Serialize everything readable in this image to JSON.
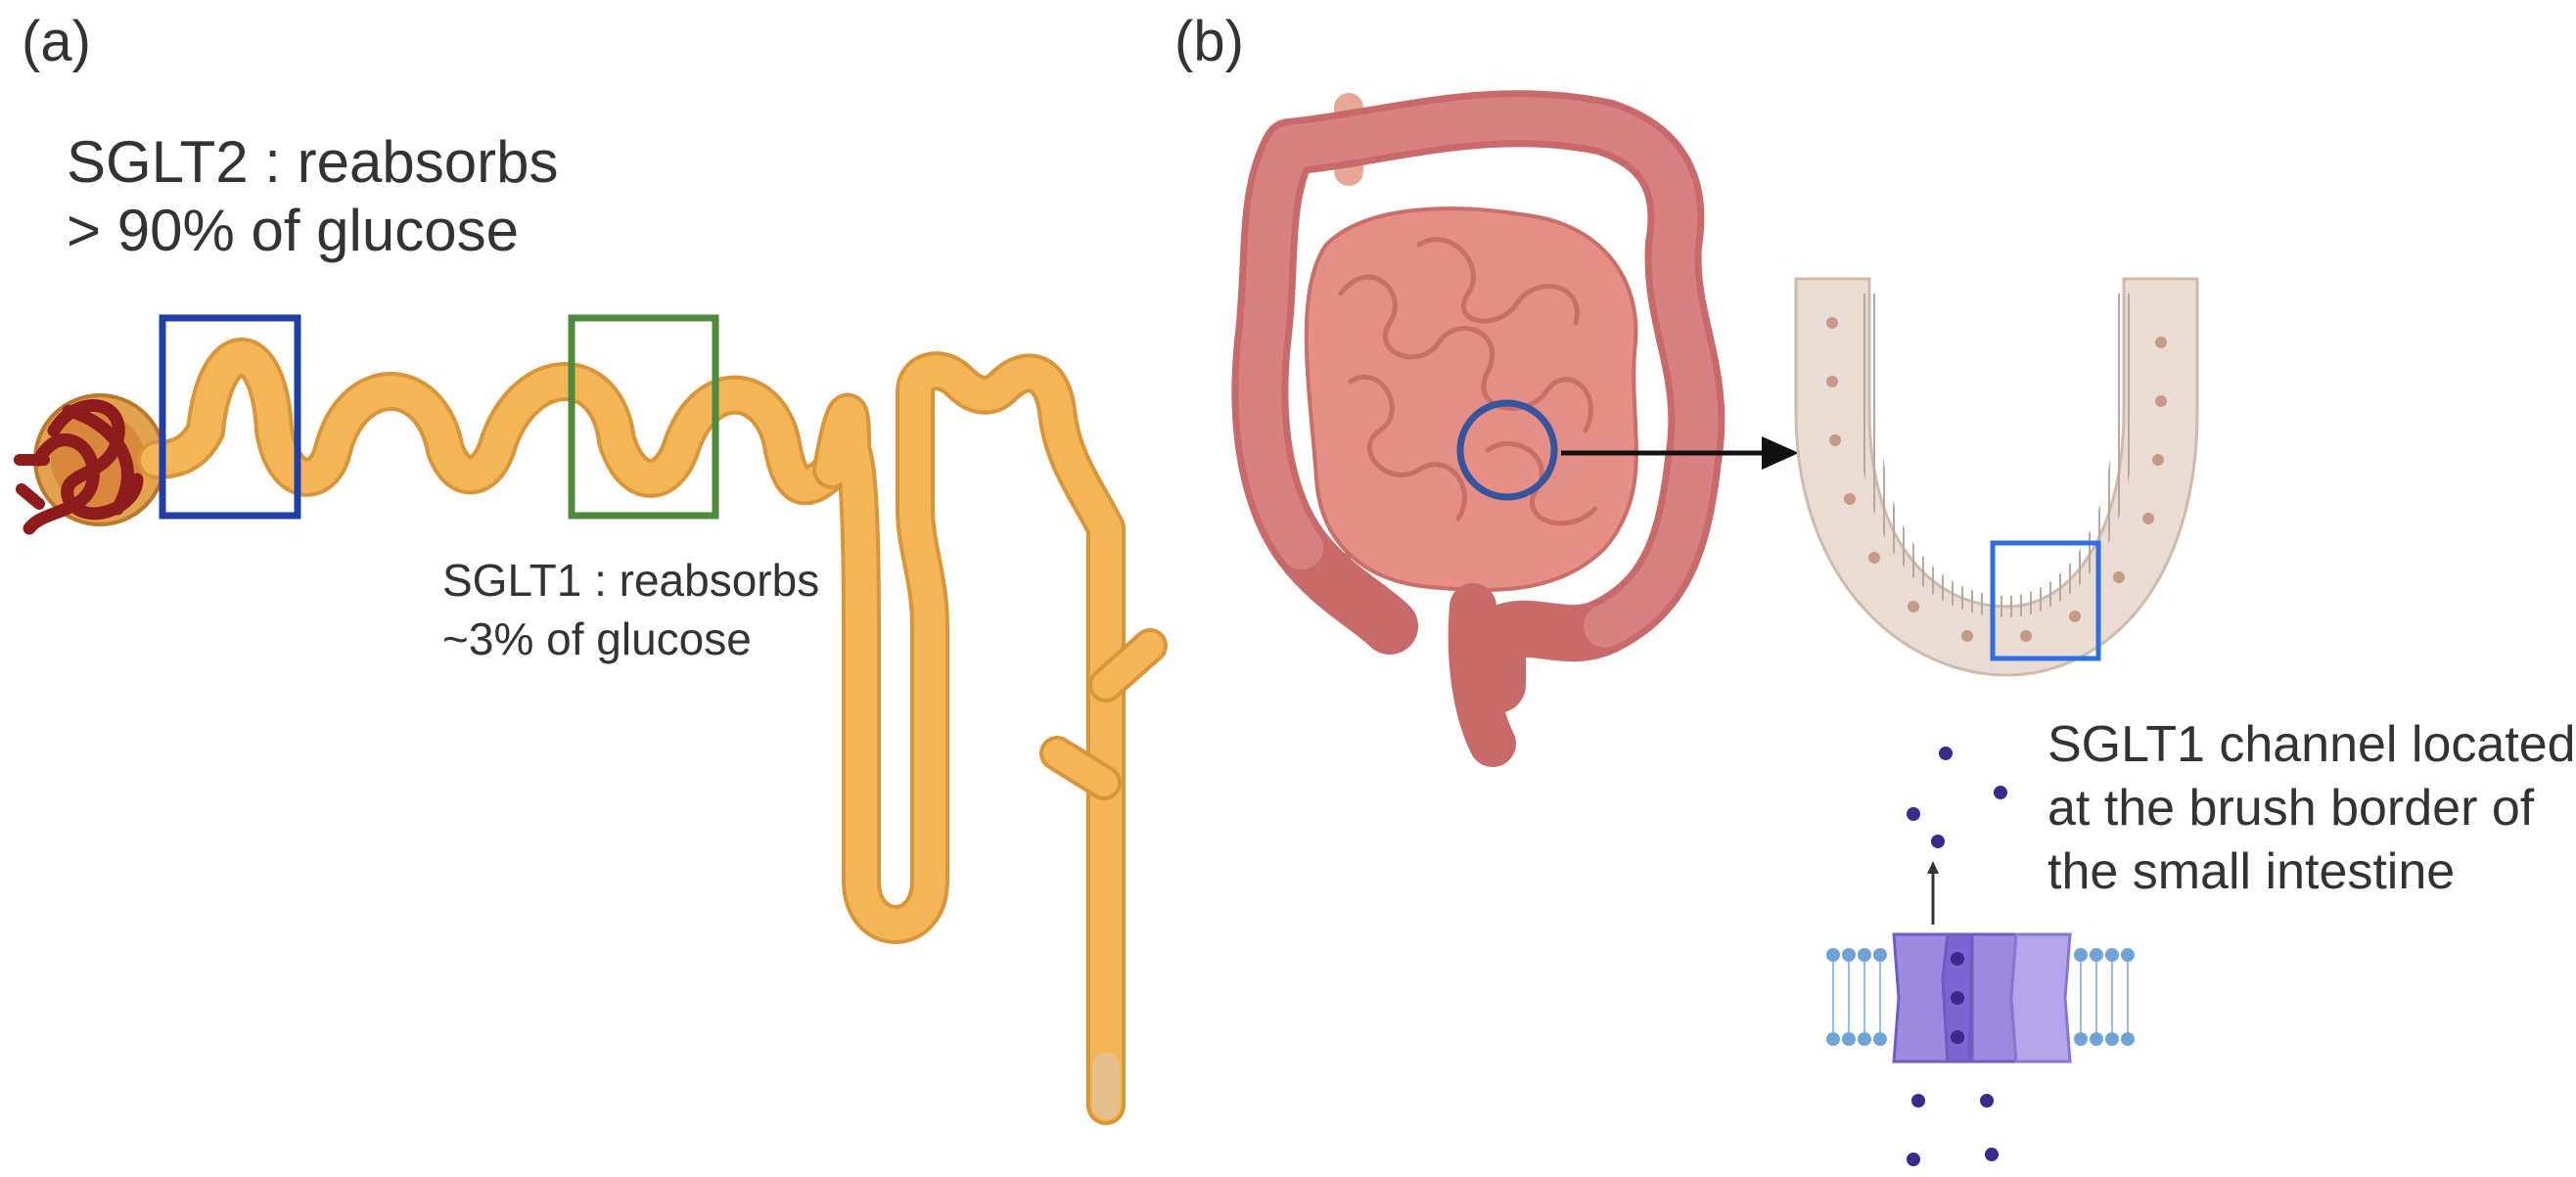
{
  "panel_a": {
    "label": "(a)",
    "sglt2_line1": "SGLT2 : reabsorbs",
    "sglt2_line2": "> 90% of glucose",
    "sglt1_line1": "SGLT1 : reabsorbs",
    "sglt1_line2": "~3% of glucose"
  },
  "panel_b": {
    "label": "(b)",
    "caption_line1": "SGLT1 channel located",
    "caption_line2": "at the brush border of",
    "caption_line3": "the small intestine"
  },
  "colors": {
    "tubule": "#F3B556",
    "tubule_outline": "#D9953A",
    "glomerulus": "#8E1C1C",
    "capsule": "#E3A24E",
    "box_sglt2": "#1F3FA6",
    "box_sglt1": "#4F8A3C",
    "intestine": "#E58E86",
    "colon": "#C86A6A",
    "villus": "#E9DCD2",
    "channel": "#9C8ADF",
    "glucose_dot": "#3B2A8E",
    "lipid_head": "#6FA3D6"
  }
}
